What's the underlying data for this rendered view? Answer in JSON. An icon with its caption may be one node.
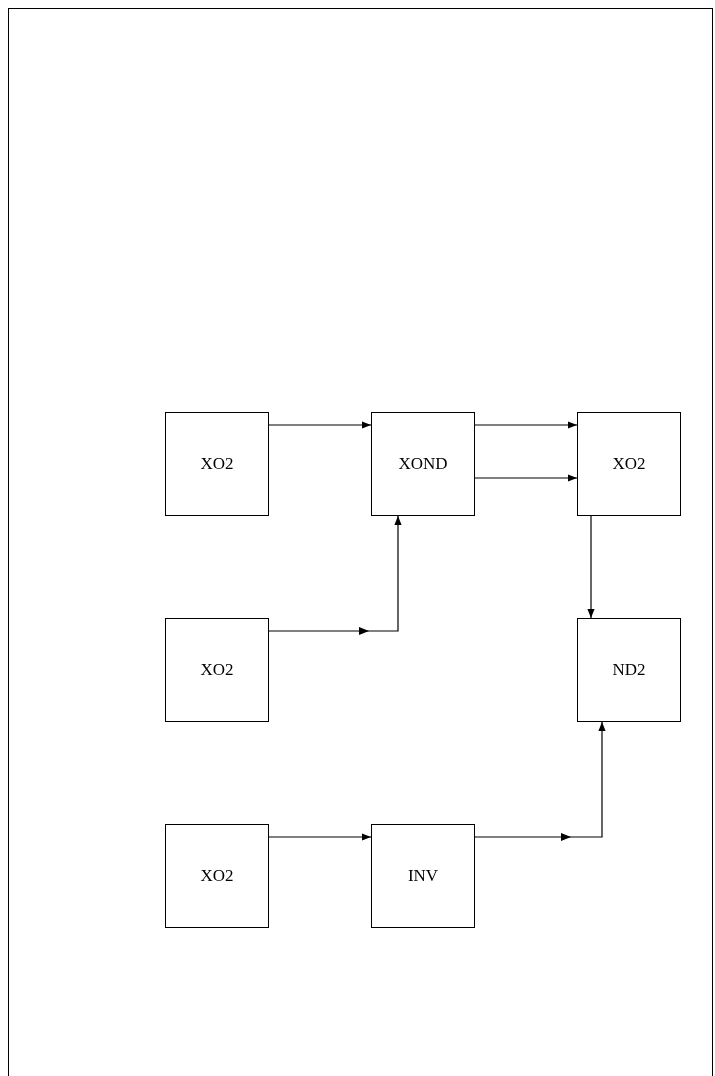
{
  "diagram": {
    "nodes": [
      {
        "text": [
          "XO2"
        ]
      },
      {
        "text": [
          "XOND"
        ]
      },
      {
        "text": [
          "XO2"
        ]
      },
      {
        "text": [
          "XO2"
        ]
      },
      {
        "text": [
          "ND2"
        ]
      },
      {
        "text": [
          "XO2"
        ]
      },
      {
        "text": [
          "INV"
        ]
      }
    ],
    "edges": [
      {
        "from": 0,
        "to": 1,
        "arrow": "to"
      },
      {
        "from": 1,
        "to": 2,
        "arrow": "to"
      },
      {
        "from": 1,
        "to": 2,
        "arrow": "to"
      },
      {
        "from": 2,
        "to": 4,
        "arrow": "to"
      },
      {
        "from": 3,
        "to": 1,
        "arrow": "to"
      },
      {
        "from": 5,
        "to": 6,
        "arrow": "to"
      },
      {
        "from": 6,
        "to": 4,
        "arrow": "to"
      }
    ]
  }
}
